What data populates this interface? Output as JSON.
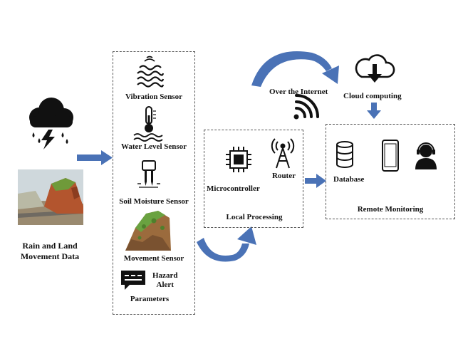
{
  "left": {
    "caption_line1": "Rain and Land",
    "caption_line2": "Movement Data",
    "icons": [
      "storm-cloud-icon",
      "landslide-image"
    ]
  },
  "parameters": {
    "title": "Parameters",
    "sensors": [
      {
        "label": "Vibration Sensor",
        "icon": "vibration-wave-icon"
      },
      {
        "label": "Water Level Sensor",
        "icon": "thermometer-water-icon"
      },
      {
        "label": "Soil Moisture Sensor",
        "icon": "soil-probe-icon"
      },
      {
        "label": "Movement Sensor",
        "icon": "hill-movement-icon"
      }
    ],
    "alert_line1": "Hazard",
    "alert_line2": "Alert"
  },
  "local": {
    "title": "Local Processing",
    "microcontroller": "Microcontroller",
    "router": "Router"
  },
  "internet": {
    "label": "Over the Internet",
    "cloud": "Cloud computing"
  },
  "remote": {
    "title": "Remote Monitoring",
    "database": "Database"
  },
  "colors": {
    "arrow": "#4a72b6",
    "border": "#555555",
    "icon": "#111111"
  }
}
